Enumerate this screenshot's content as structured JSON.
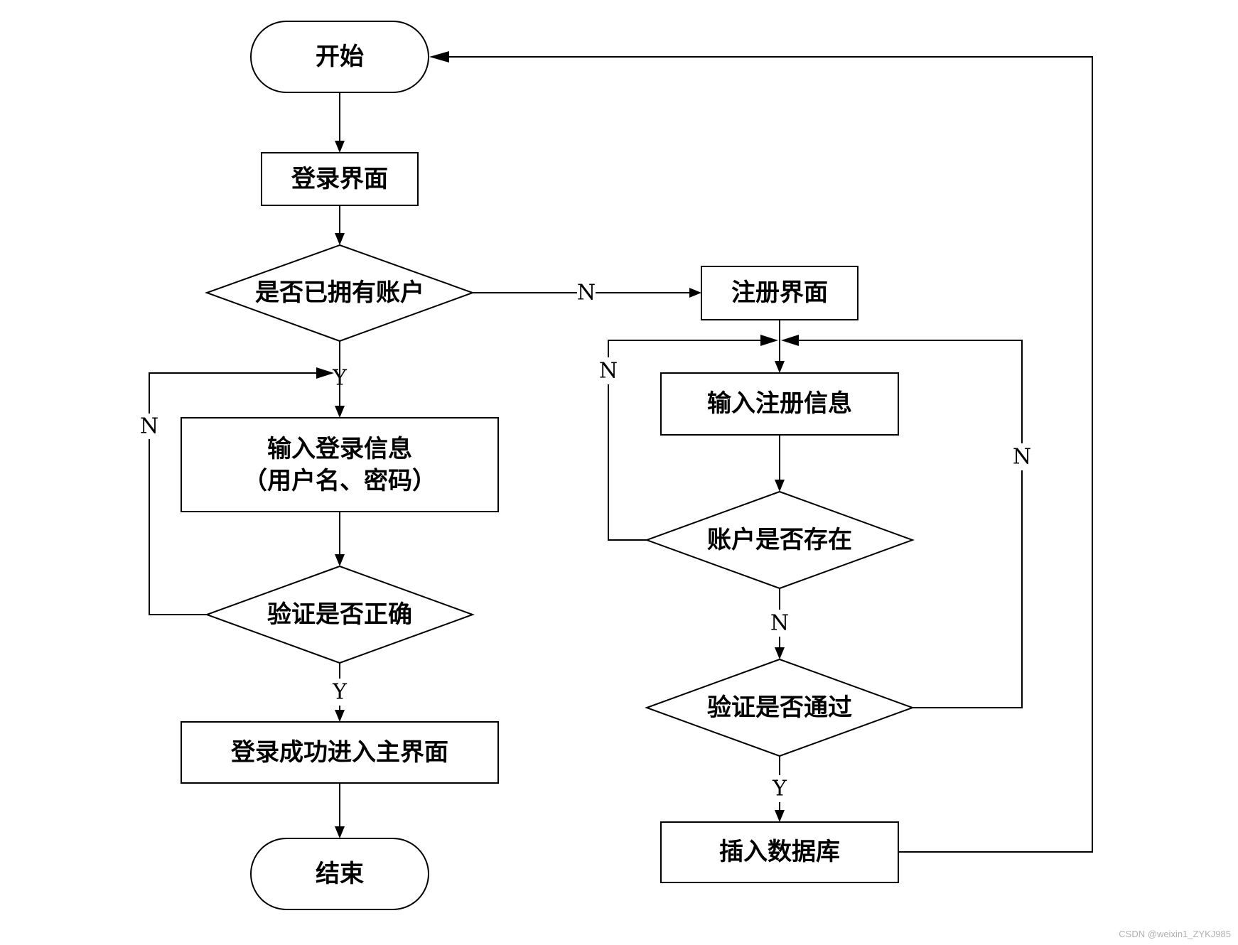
{
  "nodes": {
    "start": "开始",
    "login_screen": "登录界面",
    "has_account": "是否已拥有账户",
    "input_login_line1": "输入登录信息",
    "input_login_line2": "（用户名、密码）",
    "verify_correct": "验证是否正确",
    "login_success": "登录成功进入主界面",
    "end": "结束",
    "register_screen": "注册界面",
    "input_register": "输入注册信息",
    "account_exists": "账户是否存在",
    "verify_passed": "验证是否通过",
    "insert_db": "插入数据库"
  },
  "edge_labels": {
    "has_account_no": "N",
    "has_account_yes": "Y",
    "verify_correct_no": "N",
    "verify_correct_yes": "Y",
    "account_exists_no_loop": "N",
    "account_exists_no": "N",
    "verify_passed_no": "N",
    "verify_passed_yes": "Y"
  },
  "watermark": "CSDN @weixin1_ZYKJ985"
}
